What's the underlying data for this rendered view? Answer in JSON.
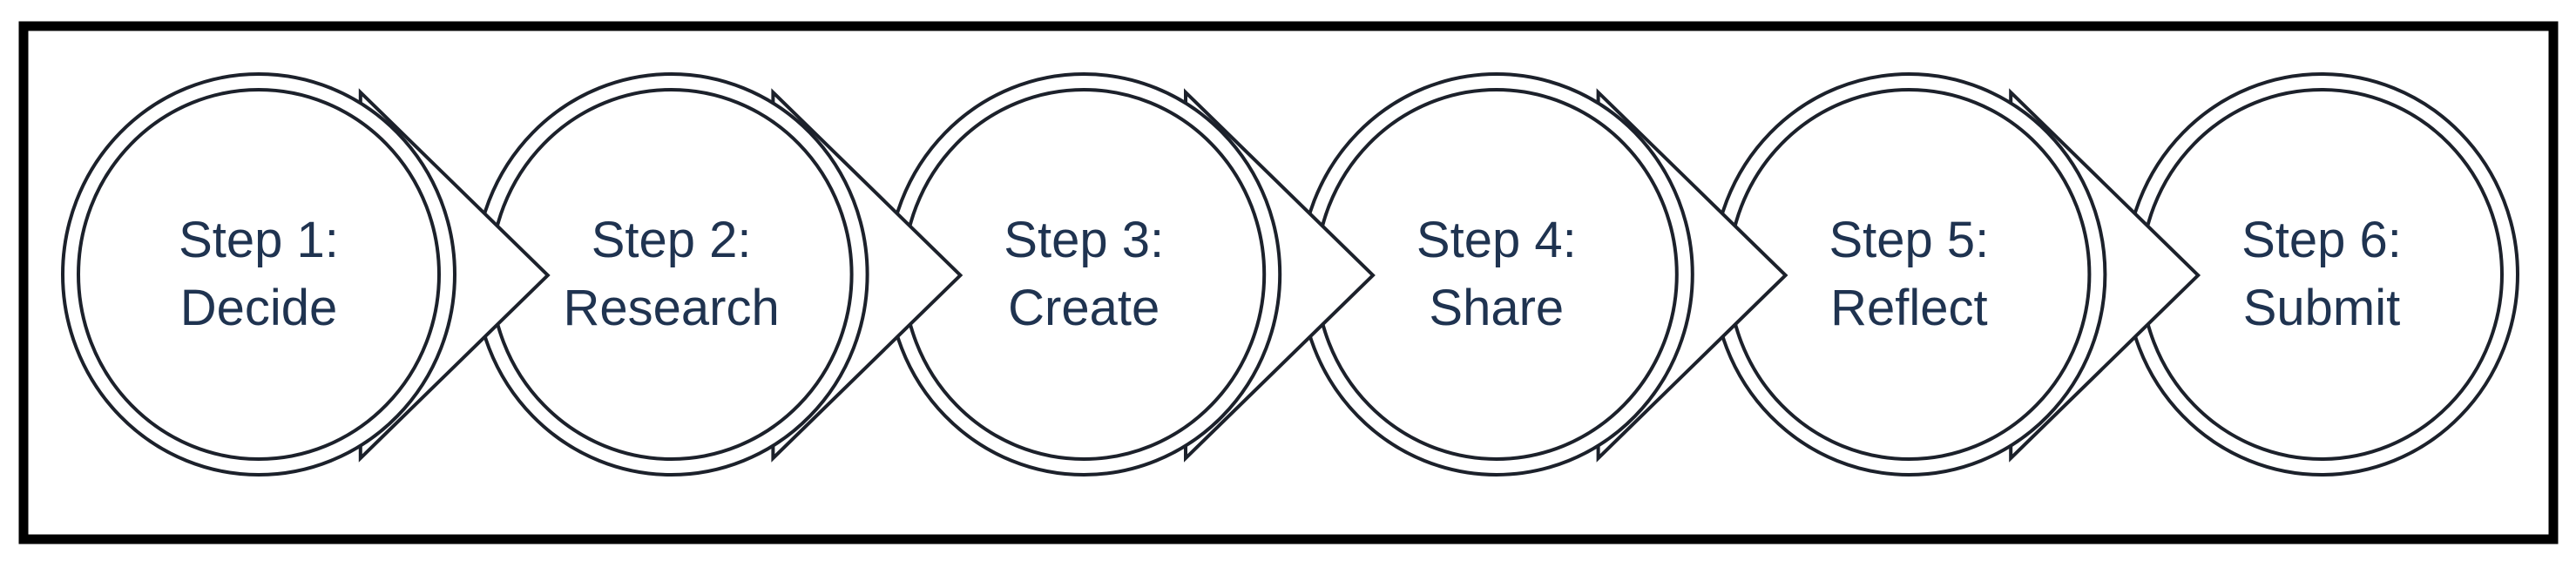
{
  "diagram": {
    "type": "process-flow",
    "step_count": 6,
    "steps": [
      {
        "line1": "Step 1:",
        "line2": "Decide"
      },
      {
        "line1": "Step 2:",
        "line2": "Research"
      },
      {
        "line1": "Step 3:",
        "line2": "Create"
      },
      {
        "line1": "Step 4:",
        "line2": "Share"
      },
      {
        "line1": "Step 5:",
        "line2": "Reflect"
      },
      {
        "line1": "Step 6:",
        "line2": "Submit"
      }
    ],
    "connector_icon": "arrow-right-triangle",
    "connector_count": 5,
    "colors": {
      "label_text": "#1f3350",
      "shape_outline": "#1c212b",
      "shape_fill": "#ffffff",
      "frame": "#000000",
      "background": "#ffffff"
    }
  }
}
